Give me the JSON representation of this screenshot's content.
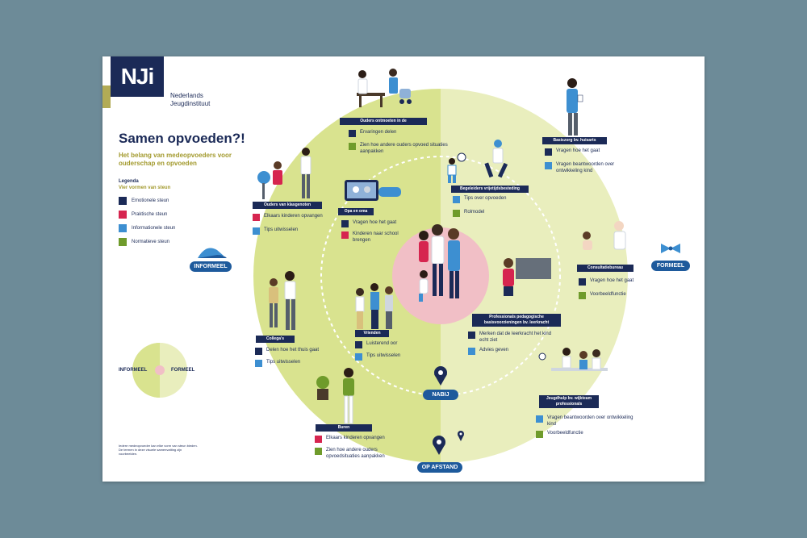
{
  "org": {
    "logo_text": "NJi",
    "name_line1": "Nederlands",
    "name_line2": "Jeugdinstituut"
  },
  "title": "Samen opvoeden?!",
  "subtitle": "Het belang van medeopvoeders voor ouderschap en opvoeden",
  "legend": {
    "title": "Legenda",
    "subtitle": "Vier vormen van steun",
    "items": [
      {
        "label": "Emotionele steun",
        "color": "#1b2a57"
      },
      {
        "label": "Praktische steun",
        "color": "#d6254f"
      },
      {
        "label": "Informationele steun",
        "color": "#3d8fd1"
      },
      {
        "label": "Normatieve steun",
        "color": "#6f9b2b"
      }
    ]
  },
  "axis": {
    "informeel": "INFORMEEL",
    "formeel": "FORMEEL",
    "nabij": "NABIJ",
    "op_afstand": "OP AFSTAND"
  },
  "mini_diagram": {
    "left": "INFORMEEL",
    "right": "FORMEEL"
  },
  "footnote": "Iedere medeopvoeder kan elke vorm van steun bieden. De termen in deze visuele samenvatting zijn voorbeelden.",
  "colors": {
    "emotional": "#1b2a57",
    "practical": "#d6254f",
    "informational": "#3d8fd1",
    "normative": "#6f9b2b",
    "circle_left": "#d9e38f",
    "circle_right": "#e9eebd",
    "center": "#f1bfc6",
    "pill": "#1e5a9c",
    "logo_accent": "#b2ab55"
  },
  "groups": {
    "ouders_ontmoeten": {
      "label": "Ouders ontmoeten in de",
      "items": [
        "Ervaringen delen",
        "Zien hoe andere ouders opvoed situaties aanpakken"
      ]
    },
    "ouders_klasgenoten": {
      "label": "Ouders van klasgenoten",
      "items": [
        "Elkaars kinderen opvangen",
        "Tips uitwisselen"
      ]
    },
    "opa_oma": {
      "label": "Opa en oma",
      "items": [
        "Vragen hoe het gaat",
        "Kinderen naar school brengen"
      ]
    },
    "begeleiders": {
      "label": "Begeleiders vrijetijdsbesteding",
      "items": [
        "Tips over opvoeden",
        "Rolmodel"
      ]
    },
    "basiszorg": {
      "label": "Basiszorg bv. huisarts",
      "items": [
        "Vragen hoe het gaat",
        "Vragen beantwoorden over ontwikkeling kind"
      ]
    },
    "consultatiebureau": {
      "label": "Consultatiebureau",
      "items": [
        "Vragen hoe het gaat",
        "Voorbeeldfunctie"
      ]
    },
    "professionals": {
      "label": "Professionals pedagogische basisvoorzieningen bv. leerkracht",
      "items": [
        "Merken dat de leerkracht het kind echt ziet",
        "Advies geven"
      ]
    },
    "vrienden": {
      "label": "Vrienden",
      "items": [
        "Luisterend oor",
        "Tips uitwisselen"
      ]
    },
    "collegas": {
      "label": "Collega's",
      "items": [
        "Delen hoe het thuis gaat",
        "Tips uitwisselen"
      ]
    },
    "buren": {
      "label": "Buren",
      "items": [
        "Elkaars kinderen opvangen",
        "Zien hoe andere ouders opvoedsituaties aanpakken"
      ]
    },
    "jeugdhulp": {
      "label": "Jeugdhulp bv. wijkteam professionals",
      "items": [
        "Vragen beantwoorden over ontwikkeling kind",
        "Voorbeeldfunctie"
      ]
    }
  }
}
